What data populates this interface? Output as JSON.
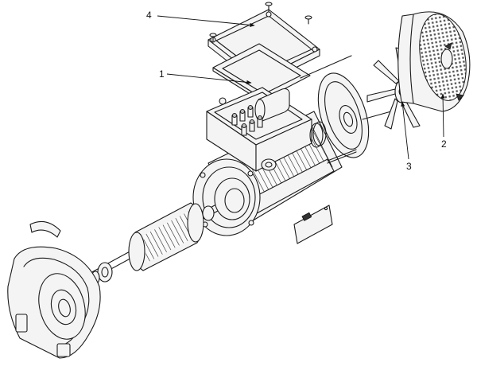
{
  "callouts": [
    {
      "id": "terminal-box-gasket",
      "label": "1"
    },
    {
      "id": "fan-cover",
      "label": "2"
    },
    {
      "id": "cooling-fan",
      "label": "3"
    },
    {
      "id": "terminal-box-cover",
      "label": "4"
    }
  ]
}
